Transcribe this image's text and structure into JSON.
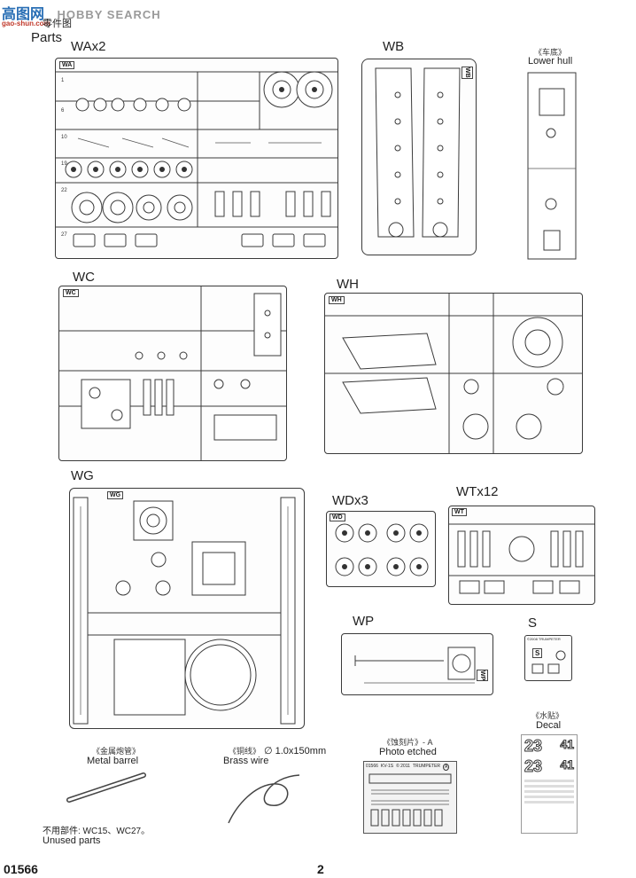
{
  "watermark": {
    "site_cn": "高图网",
    "site_url": "gao-shun.com",
    "brand": "HOBBY SEARCH"
  },
  "header": {
    "cn": "零件图",
    "en": "Parts"
  },
  "sprues": {
    "wa": {
      "label": "WAx2",
      "tag": "WA"
    },
    "wb": {
      "label": "WB",
      "tag": "WB"
    },
    "lower_hull": {
      "cn": "《车底》",
      "en": "Lower hull"
    },
    "wc": {
      "label": "WC",
      "tag": "WC"
    },
    "wh": {
      "label": "WH",
      "tag": "WH"
    },
    "wg": {
      "label": "WG",
      "tag": "WG"
    },
    "wd": {
      "label": "WDx3",
      "tag": "WD"
    },
    "wt": {
      "label": "WTx12",
      "tag": "WT"
    },
    "wp": {
      "label": "WP",
      "tag": "WP"
    },
    "s": {
      "label": "S",
      "tag": "S",
      "brand": "©2008 TRUMPETER"
    }
  },
  "decal": {
    "cn": "《水贴》",
    "en": "Decal",
    "numbers": [
      "23",
      "41",
      "23",
      "41"
    ]
  },
  "metal_barrel": {
    "cn": "《金属炮管》",
    "en": "Metal barrel"
  },
  "brass_wire": {
    "cn": "《铜线》",
    "size": "∅  1.0x150mm",
    "en": "Brass wire"
  },
  "photo_etched": {
    "cn": "《蚀刻片》- A",
    "en": "Photo etched",
    "code": "01566",
    "model": "KV-1S",
    "year": "© 2011",
    "brand": "TRUMPETER",
    "letter": "A"
  },
  "unused": {
    "cn": "不用部件: WC15、WC27。",
    "en": "Unused parts"
  },
  "footer": {
    "code": "01566",
    "page": "2"
  }
}
